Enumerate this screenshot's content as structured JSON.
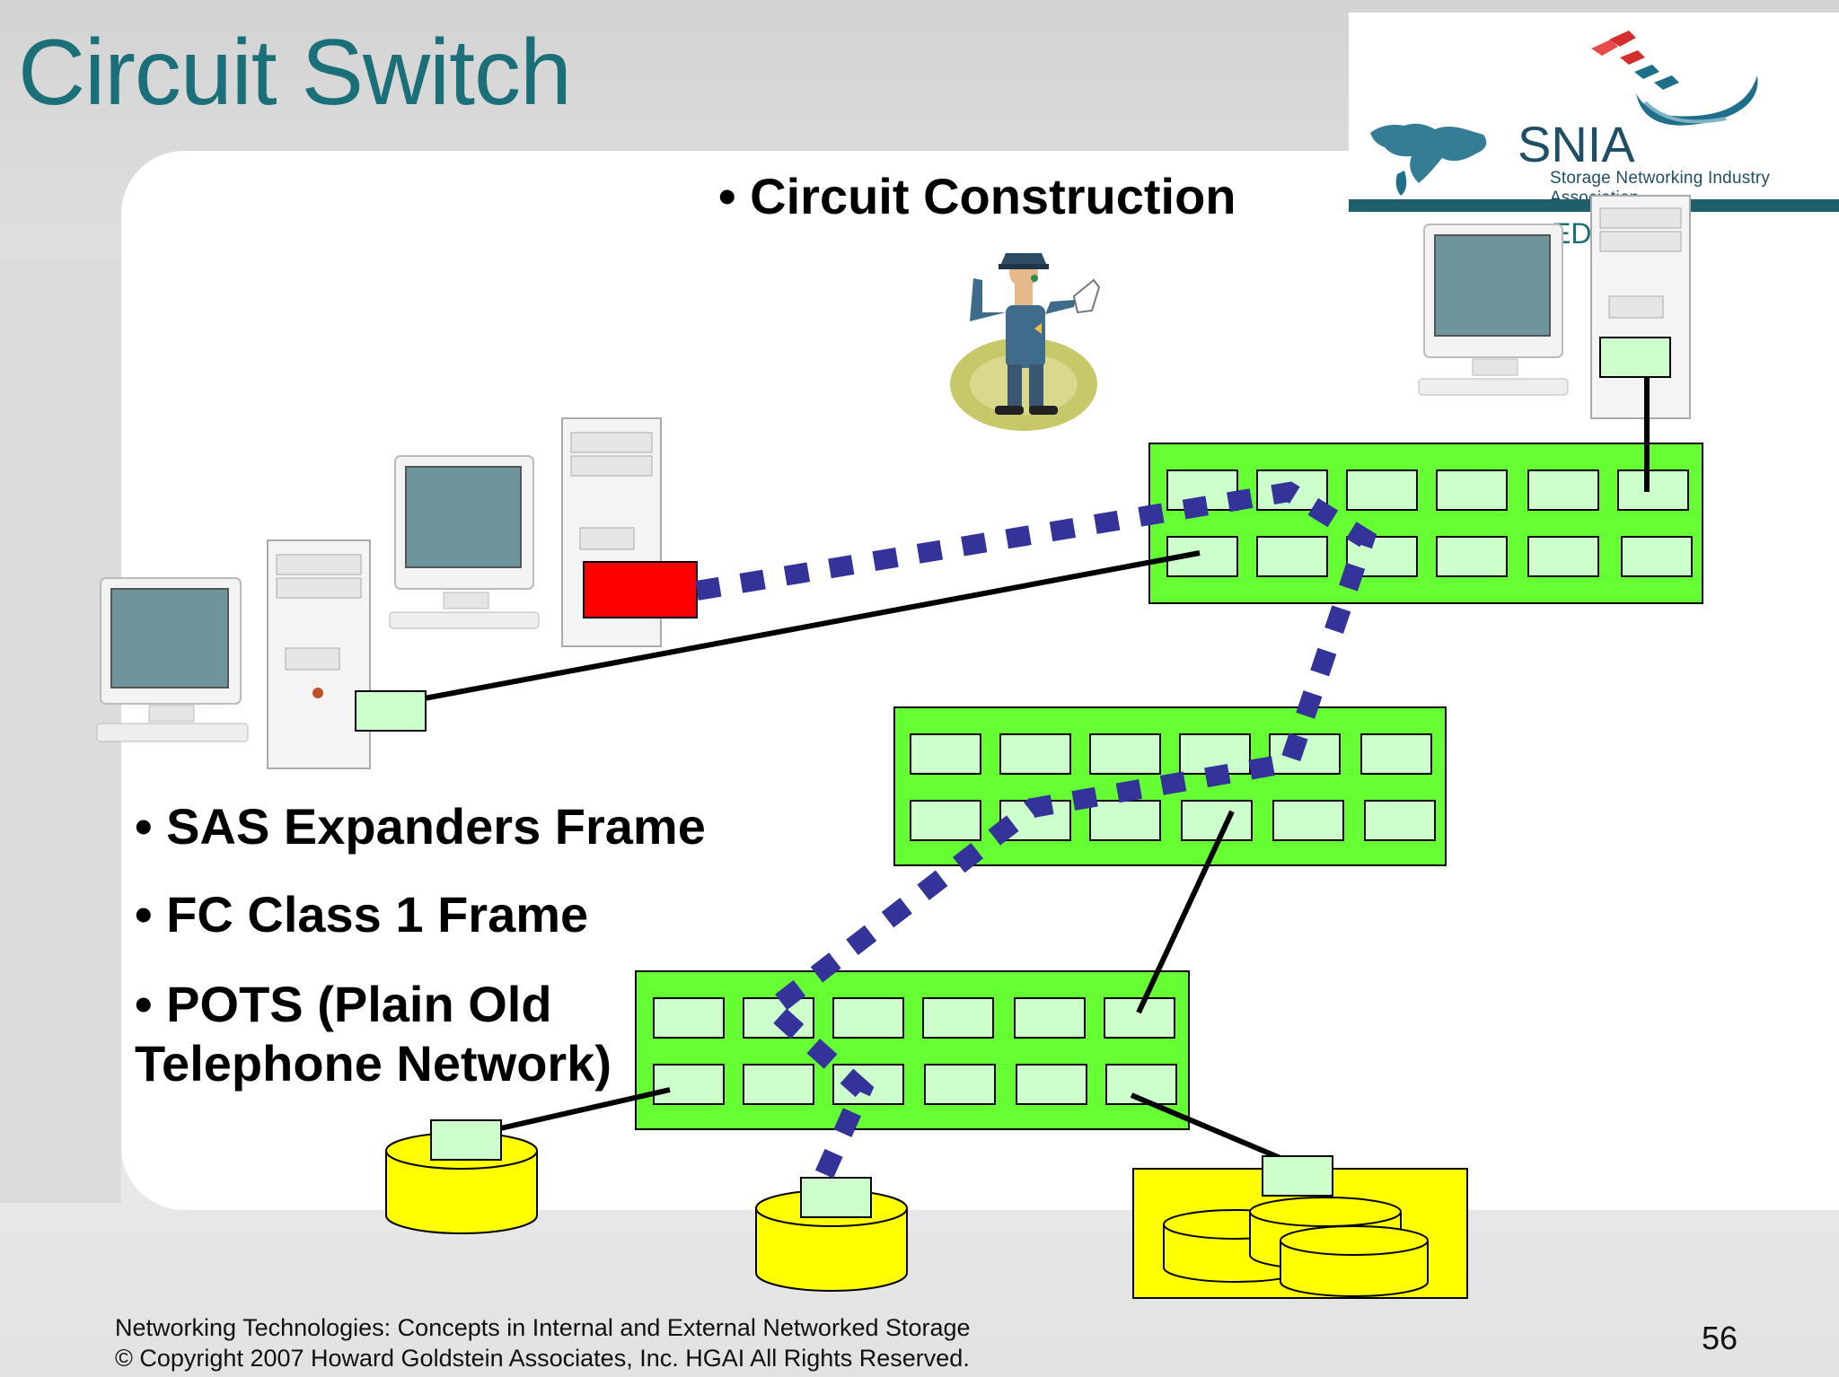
{
  "slide": {
    "title": "Circuit Switch",
    "page_number": "56"
  },
  "logo": {
    "name": "SNIA",
    "tagline": "Storage Networking Industry Association",
    "sub_visible": "ED           N"
  },
  "bullets": {
    "construction": "• Circuit Construction",
    "sas": "• SAS Expanders Frame",
    "fc": "• FC Class 1 Frame",
    "pots_line1": "• POTS (Plain Old",
    "pots_line2": "Telephone Network)"
  },
  "footer": {
    "line1": "Networking Technologies: Concepts in Internal and External Networked Storage",
    "line2": "© Copyright 2007 Howard Goldstein Associates, Inc. HGAI All Rights Reserved."
  },
  "colors": {
    "title": "#1a6f78",
    "switch_fill": "#66ff33",
    "port_fill": "#ccffcc",
    "storage_fill": "#ffff00",
    "blocked_port": "#ff0000",
    "circuit_path": "#333399"
  }
}
